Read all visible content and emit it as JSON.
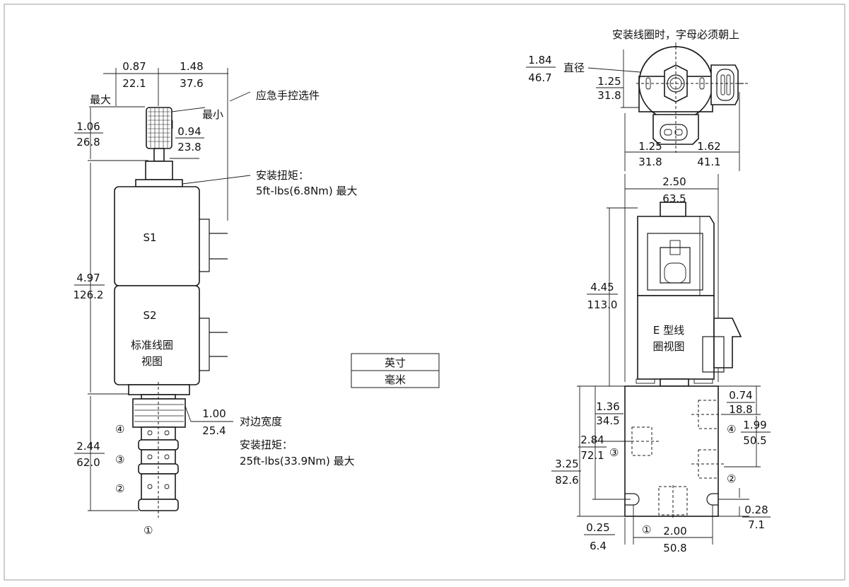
{
  "left_view": {
    "top_dims": [
      {
        "inch": "0.87",
        "mm": "22.1"
      },
      {
        "inch": "1.48",
        "mm": "37.6"
      }
    ],
    "max_label": "最大",
    "min_label": "最小",
    "override_label": "应急手控选件",
    "knob_height": {
      "inch": "1.06",
      "mm": "26.8"
    },
    "knob_min": {
      "inch": "0.94",
      "mm": "23.8"
    },
    "torque_nut": {
      "line1": "安装扭矩：",
      "line2": "5ft-lbs(6.8Nm) 最大"
    },
    "coil_s1": "S1",
    "coil_s2": "S2",
    "std_coil_line1": "标准线圈",
    "std_coil_line2": "视图",
    "overall_height": {
      "inch": "4.97",
      "mm": "126.2"
    },
    "cartridge_height": {
      "inch": "2.44",
      "mm": "62.0"
    },
    "hex": {
      "inch": "1.00",
      "mm": "25.4",
      "label": "对边宽度"
    },
    "torque_cart": {
      "line1": "安装扭矩：",
      "line2": "25ft-lbs(33.9Nm) 最大"
    },
    "ports": [
      "④",
      "③",
      "②",
      "①"
    ]
  },
  "legend": {
    "top": "英寸",
    "bottom": "毫米"
  },
  "right_top": {
    "title": "安装线圈时，字母必须朝上",
    "diameter": {
      "inch": "1.84",
      "mm": "46.7",
      "label": "直径"
    },
    "center_height": {
      "inch": "1.25",
      "mm": "31.8"
    },
    "left_offset": {
      "inch": "1.25",
      "mm": "31.8"
    },
    "right_offset": {
      "inch": "1.62",
      "mm": "41.1"
    }
  },
  "right_side": {
    "width": {
      "inch": "2.50",
      "mm": "63.5"
    },
    "height": {
      "inch": "4.45",
      "mm": "113.0"
    },
    "coil_line1": "E 型线",
    "coil_line2": "圈视图"
  },
  "right_block": {
    "d_136": {
      "inch": "1.36",
      "mm": "34.5"
    },
    "d_284": {
      "inch": "2.84",
      "mm": "72.1"
    },
    "d_325": {
      "inch": "3.25",
      "mm": "82.6"
    },
    "d_074": {
      "inch": "0.74",
      "mm": "18.8"
    },
    "d_199": {
      "inch": "1.99",
      "mm": "50.5"
    },
    "d_028": {
      "inch": "0.28",
      "mm": "7.1"
    },
    "d_025": {
      "inch": "0.25",
      "mm": "6.4"
    },
    "d_200": {
      "inch": "2.00",
      "mm": "50.8"
    },
    "ports": {
      "p1": "①",
      "p2": "②",
      "p3": "③",
      "p4": "④"
    }
  }
}
